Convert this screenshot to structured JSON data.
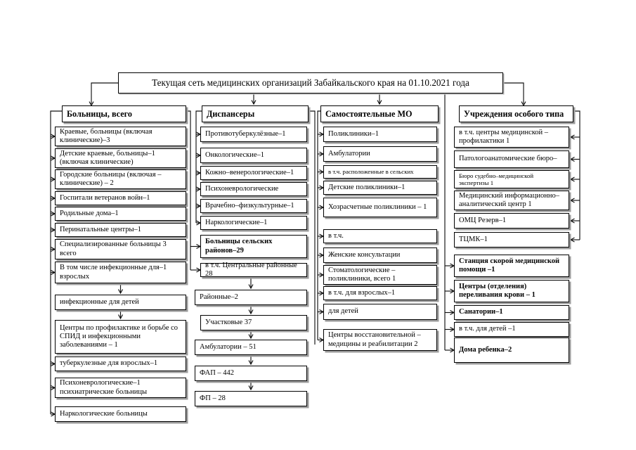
{
  "title": "Текущая сеть медицинских организаций Забайкальского края на 01.10.2021 года",
  "columns": [
    {
      "header": "Больницы, всего",
      "items": [
        {
          "text": "Краевые, больницы (включая клинические)–3"
        },
        {
          "text": "Детские краевые, больницы–1 (включая клинические)"
        },
        {
          "text": "Городские больницы (включая – клинические) – 2"
        },
        {
          "text": "Госпитали ветеранов войн–1"
        },
        {
          "text": "Родильные дома–1"
        },
        {
          "text": "Перинатальные центры–1"
        },
        {
          "text": "Специализированные больницы 3 всего"
        },
        {
          "text": "В том числе инфекционные для–1 взрослых"
        },
        {
          "text": "инфекционные для детей"
        },
        {
          "text": "Центры по профилактике и борьбе со СПИД и инфекционными заболеваниями – 1"
        },
        {
          "text": "туберкулезные для взрослых–1"
        },
        {
          "text": "Психоневрологические–1 психиатрические больницы"
        },
        {
          "text": "Наркологические больницы"
        }
      ]
    },
    {
      "header": "Диспансеры",
      "items": [
        {
          "text": "Противотуберкулёзные–1"
        },
        {
          "text": "Онкологические–1"
        },
        {
          "text": "Кожно–венерологические–1"
        },
        {
          "text": "Психоневрологические"
        },
        {
          "text": "Врачебно–физкультурные–1"
        },
        {
          "text": "Наркологические–1"
        },
        {
          "text": "Больницы сельских районов–29",
          "bold": true
        },
        {
          "text": "в т.ч. Центральные районные 28"
        },
        {
          "text": "Районные–2"
        },
        {
          "text": "Участковые 37"
        },
        {
          "text": "Амбулатории – 51"
        },
        {
          "text": "ФАП – 442"
        },
        {
          "text": "ФП – 28"
        }
      ]
    },
    {
      "header": "Самостоятельные МО",
      "items": [
        {
          "text": "Поликлиники–1"
        },
        {
          "text": "Амбулатории"
        },
        {
          "text": "в т.ч. расположенные в сельских",
          "small": true
        },
        {
          "text": "Детские поликлиники–1"
        },
        {
          "text": "Хозрасчетные поликлиники – 1"
        },
        {
          "text": "в т.ч."
        },
        {
          "text": "Женские консультации"
        },
        {
          "text": "Стоматологические – поликлиники, всего 1"
        },
        {
          "text": "в т.ч. для взрослых–1"
        },
        {
          "text": "для детей"
        },
        {
          "text": "Центры восстановительной – медицины и реабилитации 2"
        }
      ]
    },
    {
      "header": "Учреждения особого типа",
      "items": [
        {
          "text": "в т.ч. центры медицинской – профилактики 1"
        },
        {
          "text": "Патологоанатомические бюро–"
        },
        {
          "text": "Бюро судебно–медицинской экспертизы 1",
          "small": true
        },
        {
          "text": "Медицинский информационно–аналитический центр 1"
        },
        {
          "text": "ОМЦ Резерв–1"
        },
        {
          "text": "ТЦМК–1"
        },
        {
          "text": "Станция скорой медицинской помощи –1",
          "bold": true
        },
        {
          "text": "Центры (отделения) переливания крови – 1",
          "bold": true
        },
        {
          "text": "Санатории–1",
          "bold": true
        },
        {
          "text": "в т.ч. для детей –1"
        },
        {
          "text": "Дома ребенка–2",
          "bold": true
        }
      ]
    }
  ]
}
